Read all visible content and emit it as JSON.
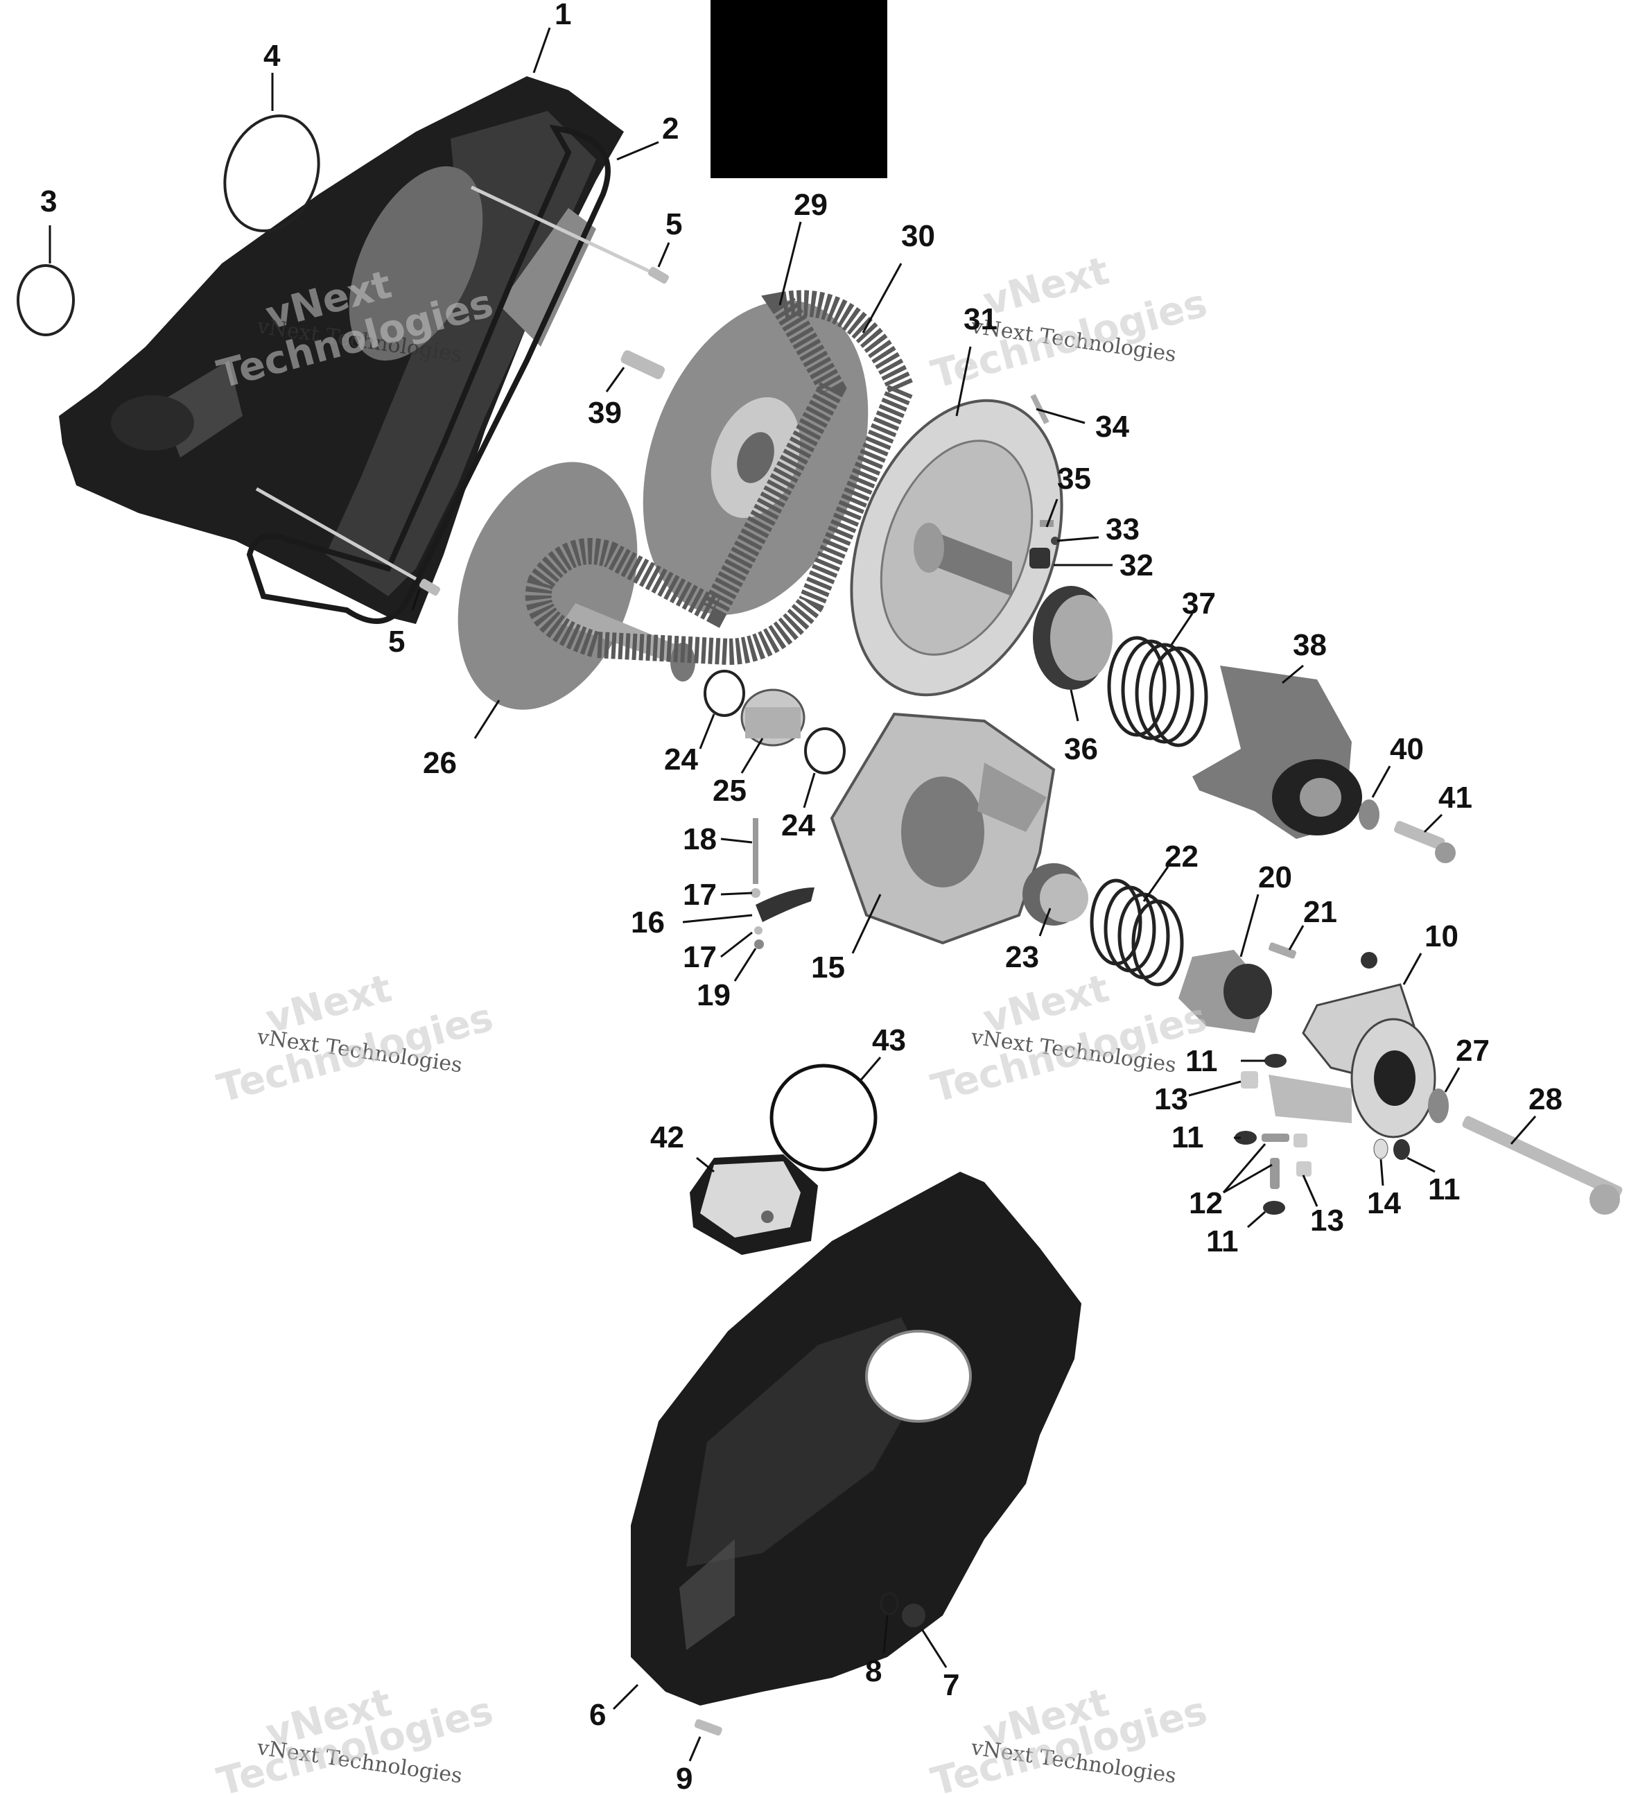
{
  "callouts": {
    "n1": "1",
    "n2": "2",
    "n3": "3",
    "n4": "4",
    "n5a": "5",
    "n5b": "5",
    "n6": "6",
    "n7": "7",
    "n8": "8",
    "n9": "9",
    "n10": "10",
    "n11a": "11",
    "n11b": "11",
    "n11c": "11",
    "n11d": "11",
    "n12": "12",
    "n13a": "13",
    "n13b": "13",
    "n14": "14",
    "n15": "15",
    "n16": "16",
    "n17a": "17",
    "n17b": "17",
    "n18": "18",
    "n19": "19",
    "n20": "20",
    "n21": "21",
    "n22": "22",
    "n23": "23",
    "n24a": "24",
    "n24b": "24",
    "n25": "25",
    "n26": "26",
    "n27": "27",
    "n28": "28",
    "n29": "29",
    "n30": "30",
    "n31": "31",
    "n32": "32",
    "n33": "33",
    "n34": "34",
    "n35": "35",
    "n36": "36",
    "n37": "37",
    "n38": "38",
    "n39": "39",
    "n40": "40",
    "n41": "41",
    "n42": "42",
    "n43": "43"
  },
  "watermark": {
    "brand": "vNext",
    "line": "vNext Technologies",
    "word": "Technologies"
  },
  "colors": {
    "cover": "#1c1c1c",
    "cover_highlight": "#5a5a5a",
    "metal": "#9a9a9a",
    "metal_light": "#d9d9d9",
    "belt": "#6e6e6e",
    "blackout": "#000000"
  }
}
